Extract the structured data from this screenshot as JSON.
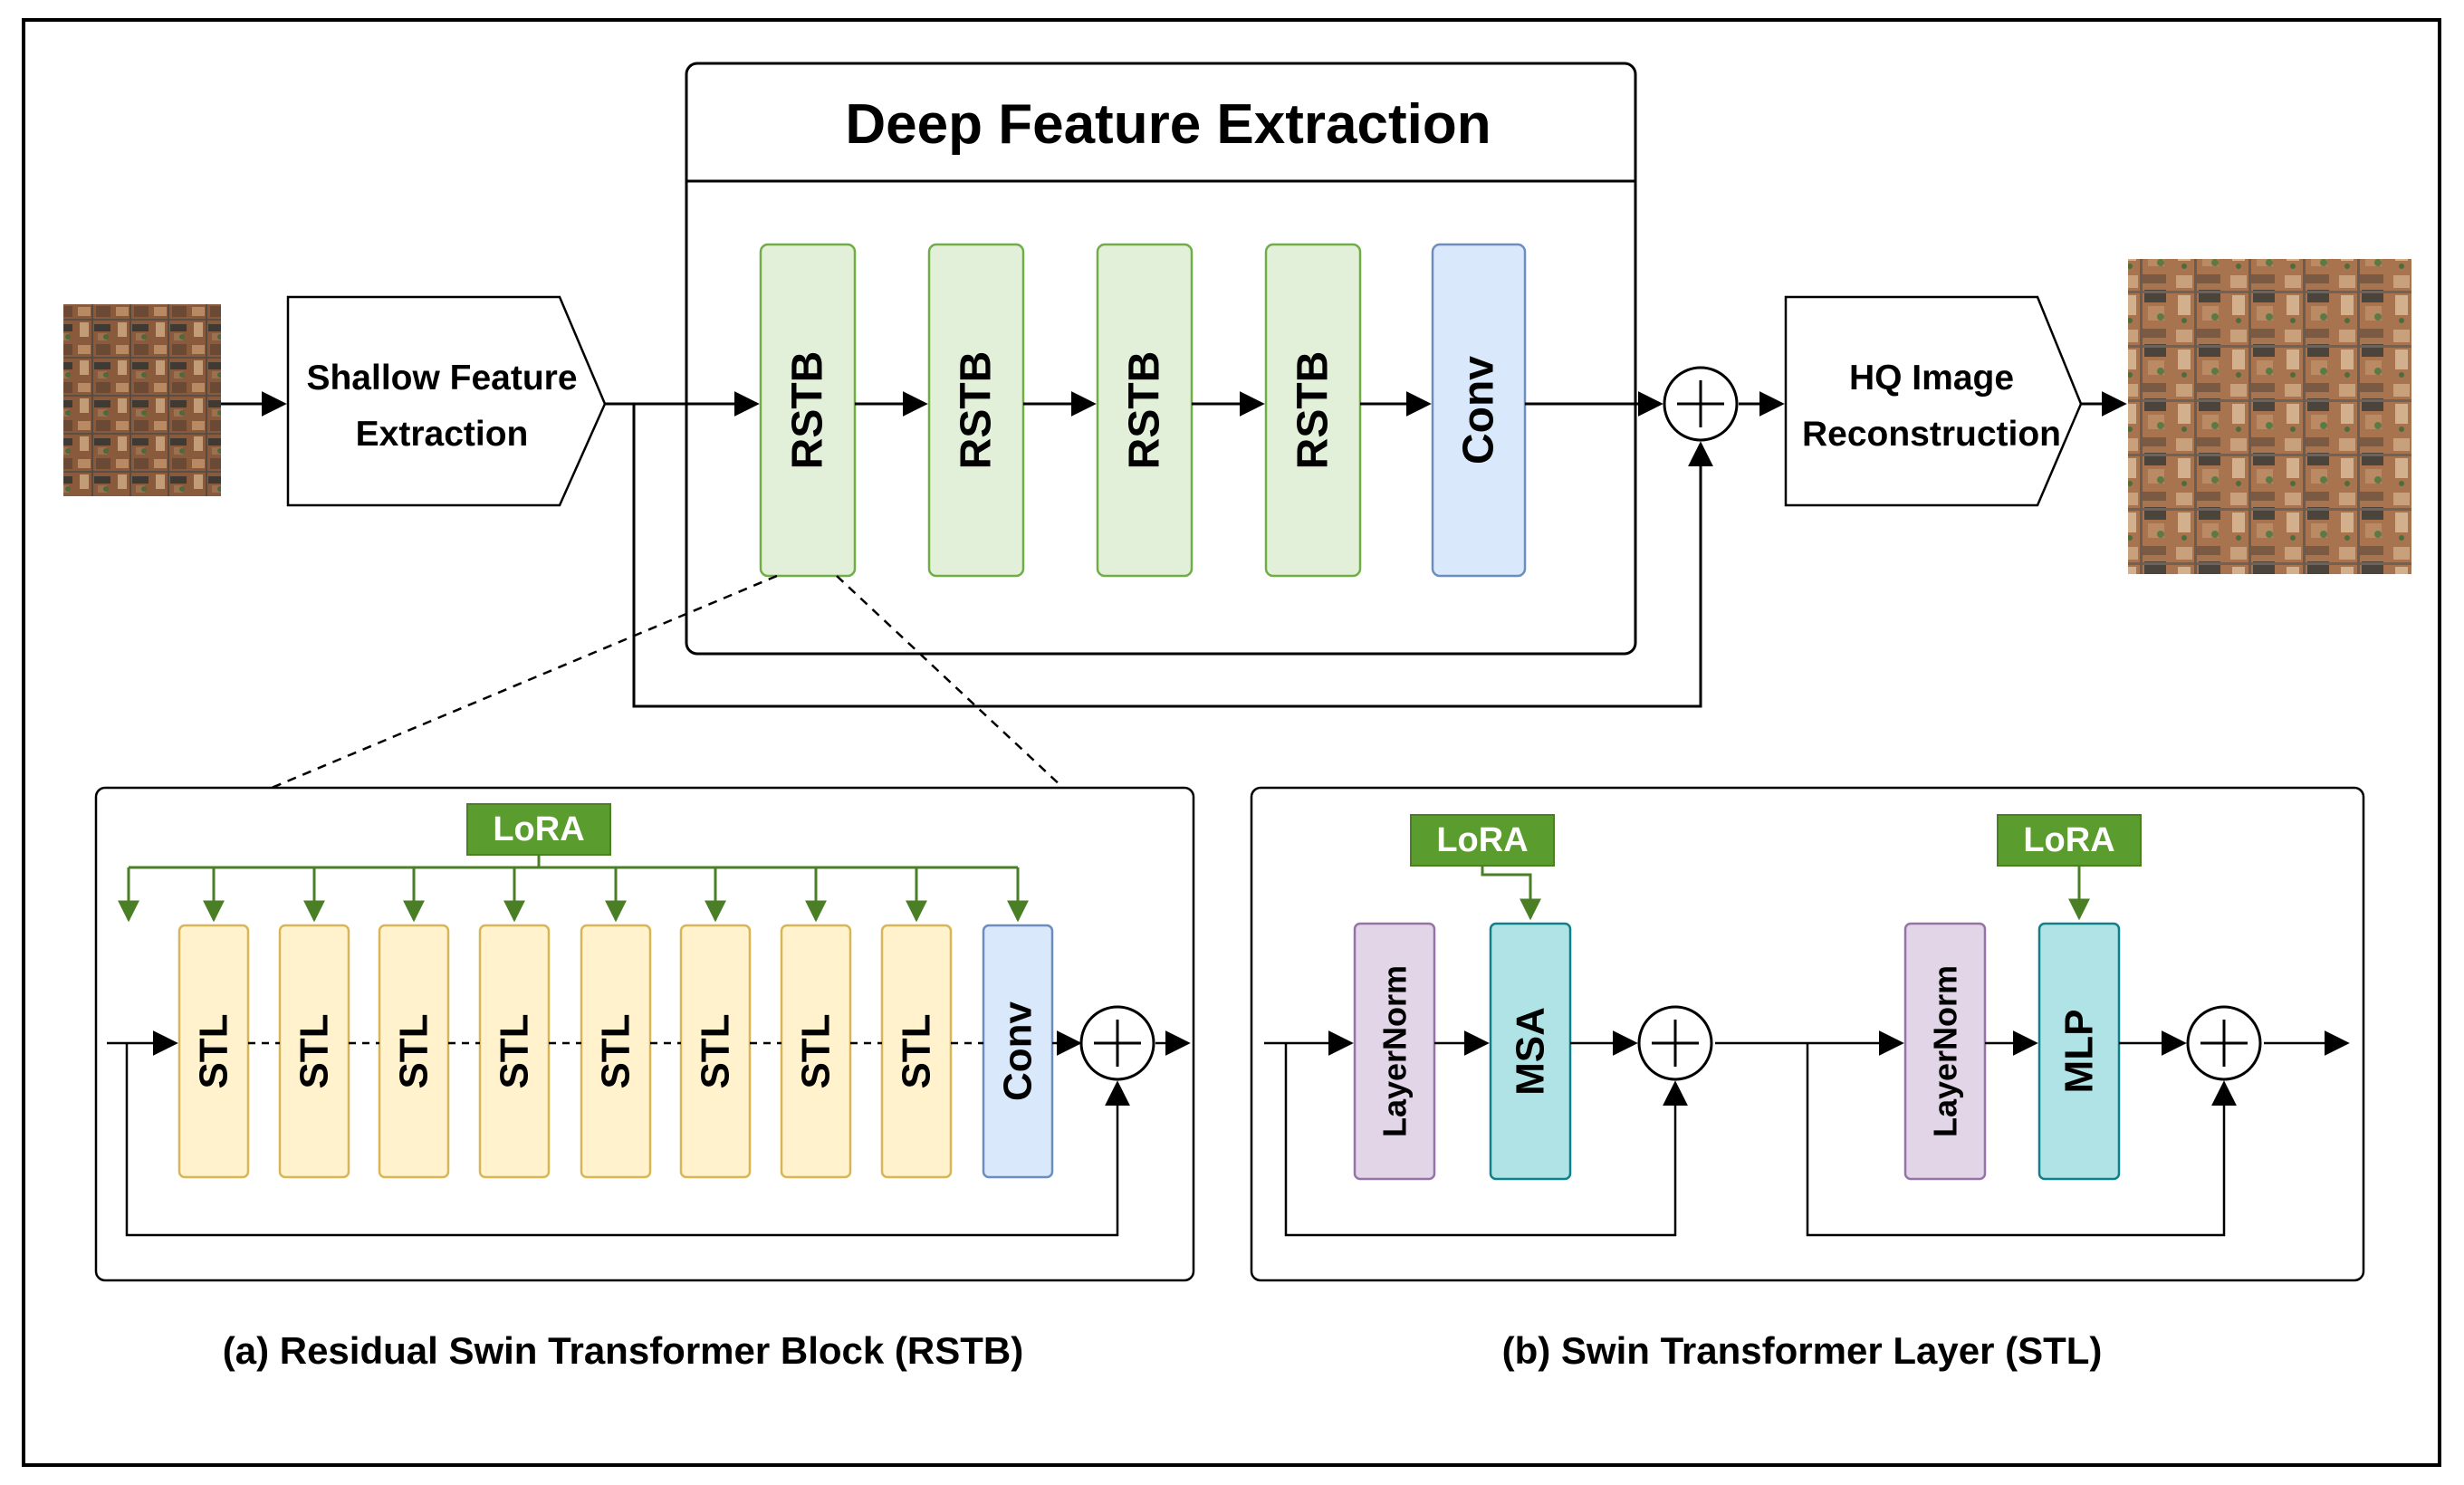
{
  "deep_feature": {
    "title": "Deep Feature Extraction"
  },
  "shallow": {
    "line1": "Shallow Feature",
    "line2": "Extraction"
  },
  "hq": {
    "line1": "HQ Image",
    "line2": "Reconstruction"
  },
  "deep_blocks": [
    "RSTB",
    "RSTB",
    "RSTB",
    "RSTB",
    "Conv"
  ],
  "rstb_panel": {
    "lora": "LoRA",
    "blocks": [
      "STL",
      "STL",
      "STL",
      "STL",
      "STL",
      "STL",
      "STL",
      "STL",
      "Conv"
    ],
    "caption": "(a) Residual Swin Transformer Block (RSTB)"
  },
  "stl_panel": {
    "lora_1": "LoRA",
    "lora_2": "LoRA",
    "layernorm_1": "LayerNorm",
    "msa": "MSA",
    "layernorm_2": "LayerNorm",
    "mlp": "MLP",
    "caption": "(b) Swin Transformer Layer (STL)"
  },
  "colors": {
    "rstb_fill": "#e2f0d9",
    "rstb_stroke": "#70ad47",
    "conv_fill": "#dae8fc",
    "conv_stroke": "#6c8ebf",
    "stl_fill": "#fff2cc",
    "stl_stroke": "#d6b656",
    "lora_fill": "#5b9c2f",
    "lora_text": "#ffffff",
    "layernorm_fill": "#e1d5e7",
    "layernorm_stroke": "#9673a6",
    "teal_fill": "#b0e3e6",
    "teal_stroke": "#0e8088"
  },
  "images": [
    "satellite-low-resolution",
    "satellite-high-resolution"
  ]
}
